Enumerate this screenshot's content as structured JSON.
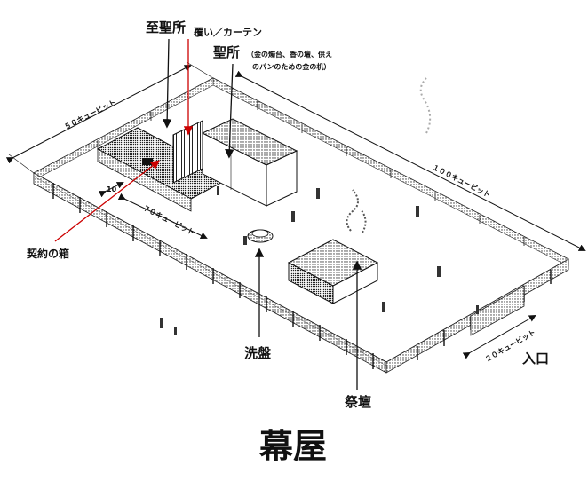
{
  "title": "幕屋",
  "labels": {
    "holy_of_holies": "至聖所",
    "veil": "覆い／カーテン",
    "holy_place": "聖所",
    "holy_place_note_1": "（金の燭台、香の壇、供え",
    "holy_place_note_2": "のパンのための金の机）",
    "ark": "契約の箱",
    "laver": "洗盤",
    "altar": "祭壇",
    "entrance": "入口"
  },
  "dimensions": {
    "width_50": "５０キュービット",
    "length_100": "１００キュービット",
    "ten": "10",
    "seventy": "７０キュービット",
    "entrance_20": "２０キュービット"
  },
  "colors": {
    "ink": "#111111",
    "arrow_red": "#cc0000",
    "shade": "#555555"
  }
}
